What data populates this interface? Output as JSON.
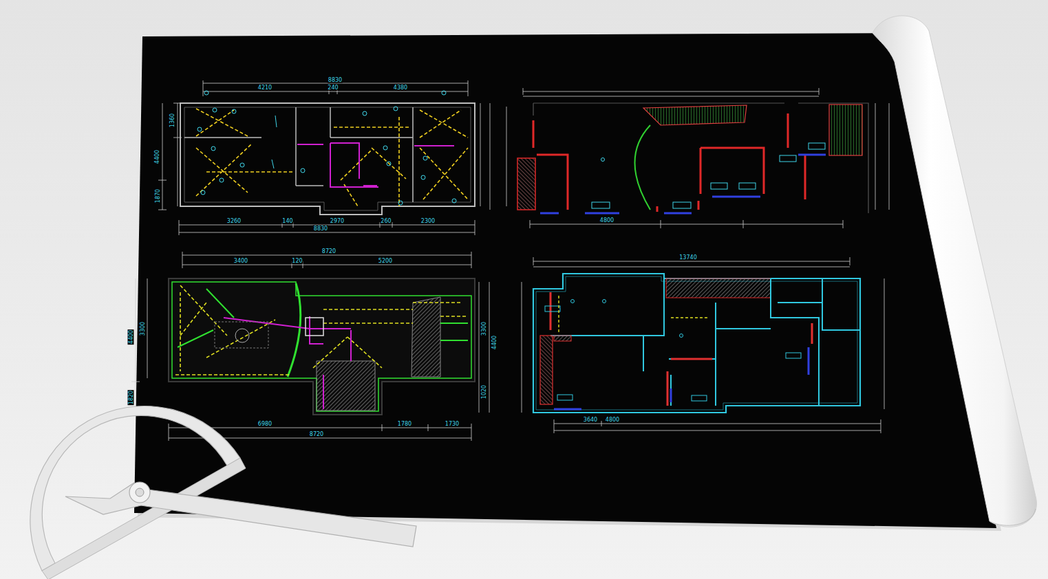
{
  "diagram": {
    "labels": [
      "8830",
      "4210",
      "240",
      "4380",
      "3260",
      "140",
      "2970",
      "260",
      "2300",
      "8830",
      "1360",
      "4400",
      "1870",
      "4800",
      "8720",
      "3400",
      "120",
      "5200",
      "4400",
      "3300",
      "1820",
      "3300",
      "4400",
      "1020",
      "6980",
      "1780",
      "1730",
      "8720",
      "13740",
      "3640",
      "4800"
    ]
  }
}
